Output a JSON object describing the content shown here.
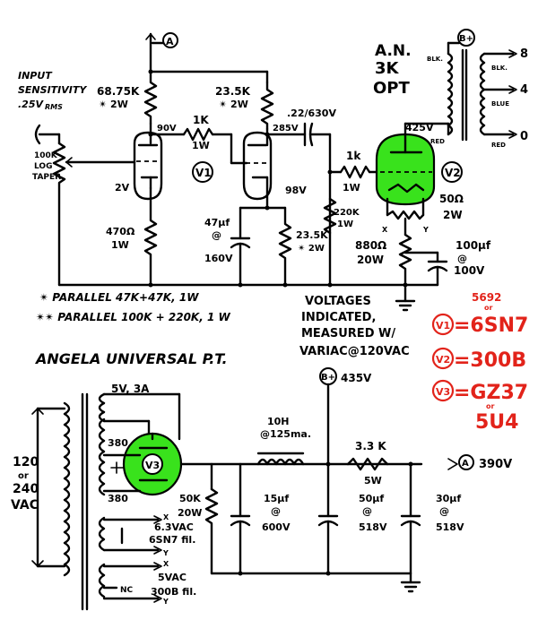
{
  "colors": {
    "ink": "#000000",
    "tube_highlight": "#39e21c",
    "annotation_red": "#e2231a",
    "paper": "#ffffff"
  },
  "input": {
    "line1": "INPUT",
    "line2": "SENSITIVITY",
    "line3": ".25V",
    "unit_sub": "RMS"
  },
  "volume_pot": {
    "line1": "100K",
    "line2": "LOG",
    "line3": "TAPER"
  },
  "v1": {
    "label": "V1",
    "plate1_resistor_value": "68.75K",
    "plate1_resistor_note": "✴ 2W",
    "plate1_voltage": "90V",
    "coupling_resistor_value": "1K",
    "coupling_resistor_power": "1W",
    "plate2_resistor_value": "23.5K",
    "plate2_resistor_note": "✴ 2W",
    "plate2_voltage": "285V",
    "cathode1_voltage": "2V",
    "cathode1_resistor_value": "470Ω",
    "cathode1_resistor_power": "1W",
    "cathode2_voltage": "98V",
    "bypass_cap_value": "47μf",
    "bypass_cap_voltage": "@",
    "bypass_cap_rating": "160V",
    "cathode2_resistor_value": "23.5K",
    "cathode2_resistor_note": "✴ 2W"
  },
  "coupling_cap": {
    "label": ".22/630V"
  },
  "v2": {
    "label": "V2",
    "grid_stopper_value": "1k",
    "grid_stopper_power": "1W",
    "grid_leak_value": "220K",
    "grid_leak_power": "1W",
    "plate_voltage": "425V",
    "hum_pot_value": "50Ω",
    "hum_pot_power": "2W",
    "cathode_resistor_value": "880Ω",
    "cathode_resistor_power": "20W",
    "cathode_cap_value": "100μf",
    "cathode_cap_voltage": "@",
    "cathode_cap_rating": "100V",
    "filament_x": "X",
    "filament_y": "Y"
  },
  "opt": {
    "title_line1": "A.N.",
    "title_line2": "3K",
    "title_line3": "OPT",
    "bplus": "B+",
    "wire_blk": "BLK.",
    "wire_red": "RED",
    "sec_blk": "BLK.",
    "sec_blue": "BLUE",
    "sec_red": "RED",
    "tap_8": "8",
    "tap_4": "4",
    "tap_0": "0"
  },
  "node_a": "A",
  "notes": {
    "note1": "✴ PARALLEL 47K+47K, 1W",
    "note2": "✴✴ PARALLEL 100K + 220K, 1 W",
    "voltages_line1": "VOLTAGES",
    "voltages_line2": "INDICATED,",
    "voltages_line3": "MEASURED W/",
    "voltages_line4": "VARIAC@120VAC"
  },
  "tube_key": {
    "v1_alt": "5692",
    "v1_alt_or": "or",
    "v1_tag": "V1",
    "v1_type": "=6SN7",
    "v2_tag": "V2",
    "v2_type": "=300B",
    "v3_tag": "V3",
    "v3_type": "=GZ37",
    "v3_alt_or": "or",
    "v3_alt": "5U4"
  },
  "power_supply": {
    "title": "ANGELA UNIVERSAL P.T.",
    "bplus_label": "B+",
    "bplus_voltage": "435V",
    "mains_line1": "120",
    "mains_line2": "or",
    "mains_line3": "240",
    "mains_line4": "VAC",
    "rect_winding": "5V, 3A",
    "hv_tap_top": "380",
    "hv_tap_bottom": "380",
    "fil_63": "6.3VAC",
    "fil_63_use": "6SN7 fil.",
    "fil_5": "5VAC",
    "fil_5_use": "300B fil.",
    "nc": "NC",
    "v3_label": "V3",
    "bleeder_value": "50K",
    "bleeder_power": "20W",
    "cap1_value": "15μf",
    "cap1_at": "@",
    "cap1_voltage": "600V",
    "choke_value": "10H",
    "choke_current": "@125ma.",
    "cap2_value": "50μf",
    "cap2_at": "@",
    "cap2_voltage": "518V",
    "dropping_resistor_value": "3.3 K",
    "dropping_resistor_power": "5W",
    "cap3_value": "30μf",
    "cap3_at": "@",
    "cap3_voltage": "518V",
    "node_a_voltage": "390V",
    "fil_x": "X",
    "fil_y": "Y"
  }
}
